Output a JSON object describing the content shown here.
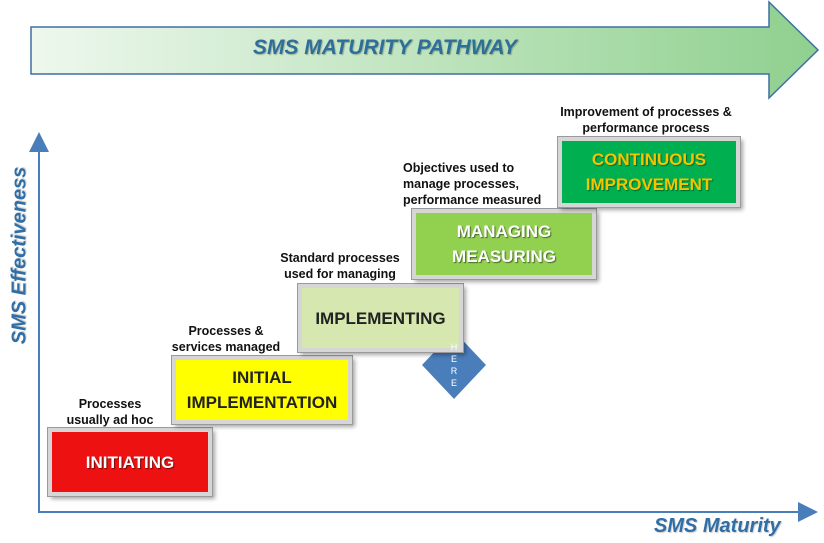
{
  "banner": {
    "title": "SMS MATURITY PATHWAY"
  },
  "axes": {
    "y_label": "SMS Effectiveness",
    "x_label": "SMS Maturity"
  },
  "steps": [
    {
      "label_lines": [
        "INITIATING"
      ],
      "description_lines": [
        "Processes",
        "usually ad hoc"
      ],
      "color": "#ee1111"
    },
    {
      "label_lines": [
        "INITIAL",
        "IMPLEMENTATION"
      ],
      "description_lines": [
        "Processes &",
        "services managed"
      ],
      "color": "#ffff00"
    },
    {
      "label_lines": [
        "IMPLEMENTING"
      ],
      "description_lines": [
        "Standard processes",
        "used for managing"
      ],
      "color": "#d6e8b0"
    },
    {
      "label_lines": [
        "MANAGING",
        "MEASURING"
      ],
      "description_lines": [
        "Objectives used to",
        "manage processes,",
        "performance measured"
      ],
      "color": "#92d050"
    },
    {
      "label_lines": [
        "CONTINUOUS",
        "IMPROVEMENT"
      ],
      "description_lines": [
        "Improvement of processes &",
        "performance process"
      ],
      "color": "#00b050"
    }
  ],
  "marker": {
    "letters": [
      "H",
      "E",
      "R",
      "E"
    ],
    "color": "#4a7ebb"
  }
}
